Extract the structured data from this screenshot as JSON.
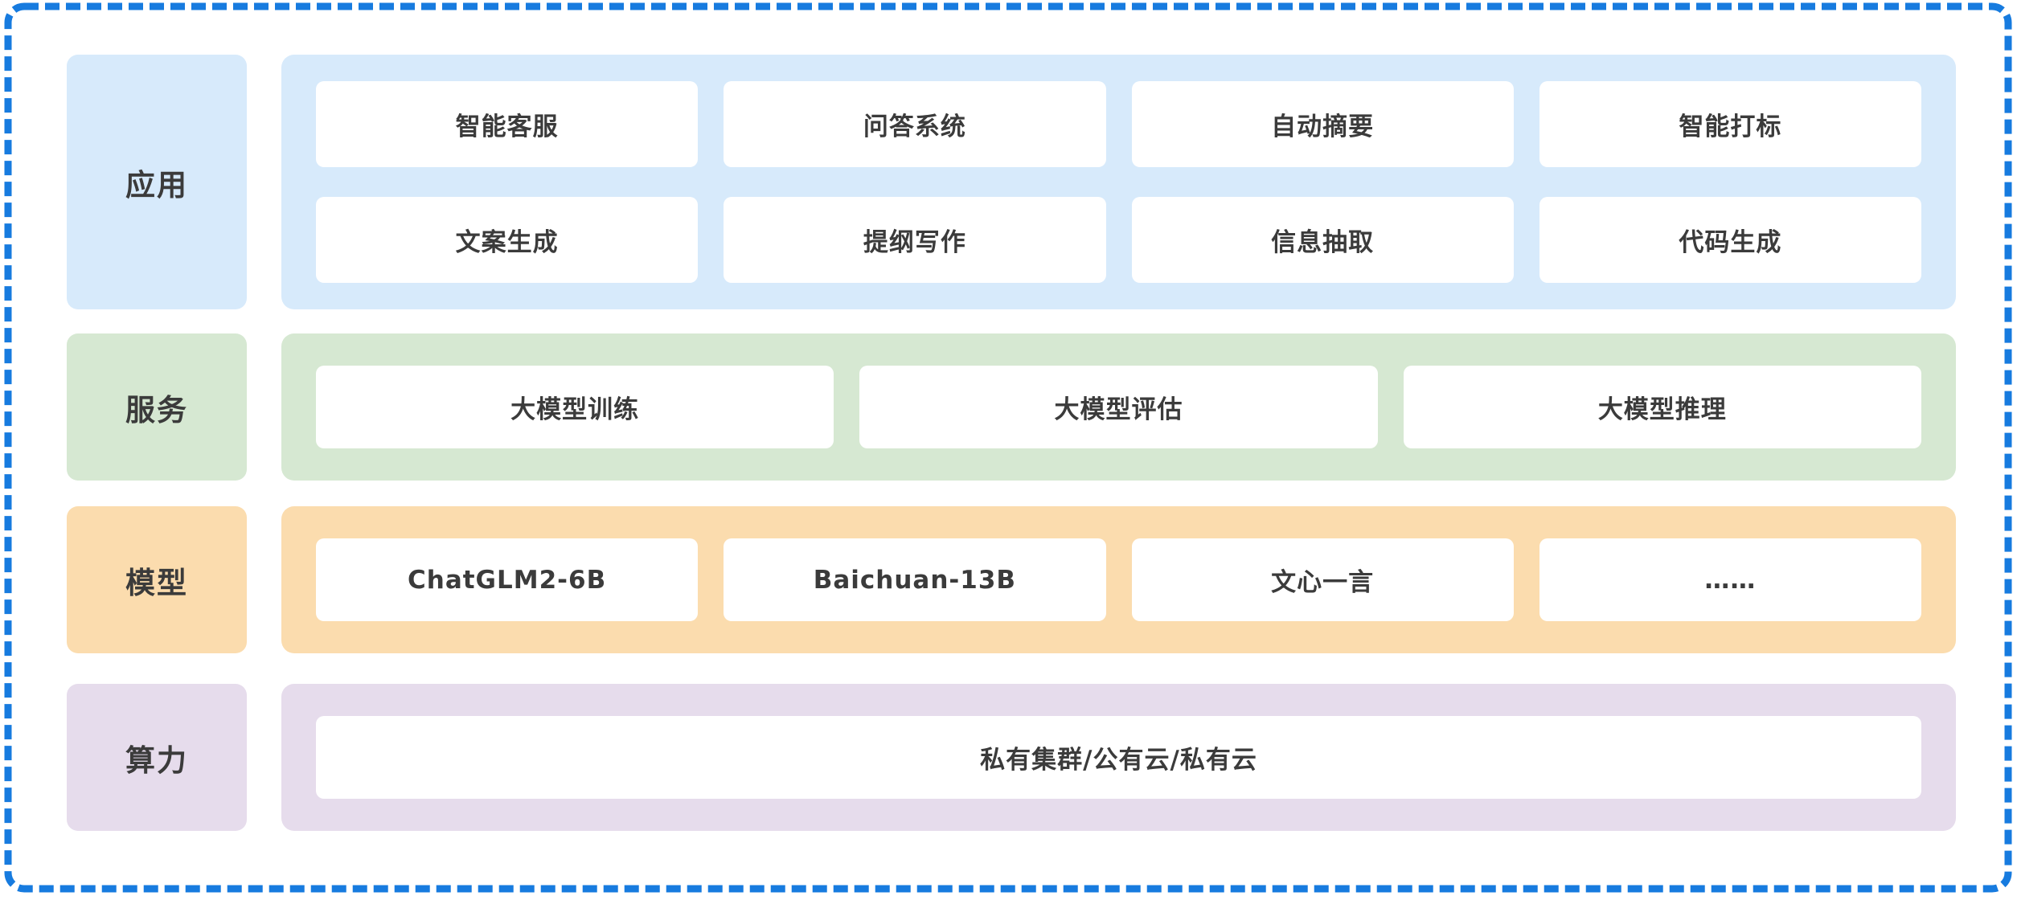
{
  "diagram": {
    "border_color": "#177BDF",
    "text_color": "#3b3b3b",
    "card_background": "#ffffff",
    "layers": [
      {
        "id": "application",
        "label": "应用",
        "color": "#D7EAFB",
        "rows": [
          [
            "智能客服",
            "问答系统",
            "自动摘要",
            "智能打标"
          ],
          [
            "文案生成",
            "提纲写作",
            "信息抽取",
            "代码生成"
          ]
        ]
      },
      {
        "id": "service",
        "label": "服务",
        "color": "#D6E8D2",
        "rows": [
          [
            "大模型训练",
            "大模型评估",
            "大模型推理"
          ]
        ]
      },
      {
        "id": "model",
        "label": "模型",
        "color": "#FBDCAE",
        "rows": [
          [
            "ChatGLM2-6B",
            "Baichuan-13B",
            "文心一言",
            "……"
          ]
        ]
      },
      {
        "id": "compute",
        "label": "算力",
        "color": "#E6DCEC",
        "rows": [
          [
            "私有集群/公有云/私有云"
          ]
        ]
      }
    ]
  }
}
